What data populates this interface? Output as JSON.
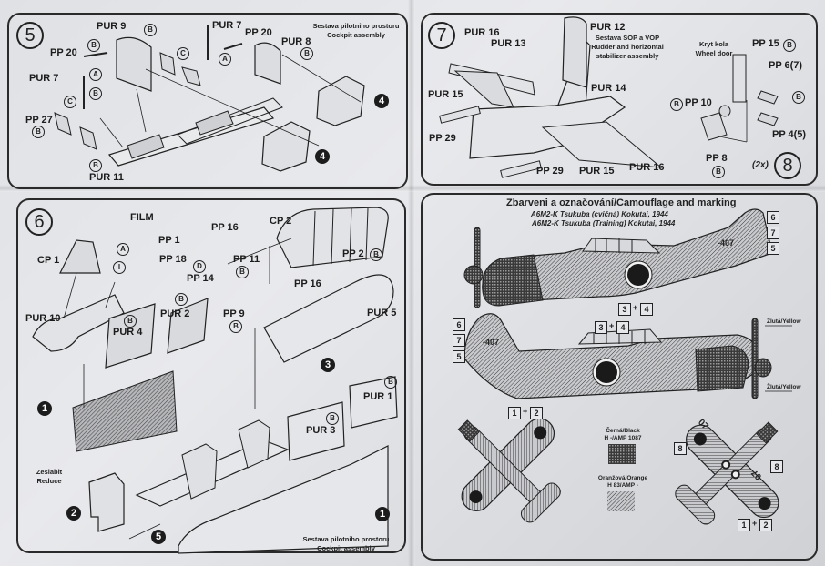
{
  "step5": {
    "number": "5",
    "caption_cz": "Sestava pilotniho prostoru",
    "caption_en": "Cockpit assembly",
    "labels": {
      "pur9": "PUR 9",
      "pp20_left": "PP 20",
      "pur7_left": "PUR 7",
      "pp27": "PP 27",
      "pur11": "PUR 11",
      "pur7_right": "PUR 7",
      "pp20_right": "PP 20",
      "pur8": "PUR 8"
    },
    "refs": {
      "a": "A",
      "b": "B",
      "c": "C"
    },
    "callout": "4"
  },
  "step7": {
    "number": "7",
    "caption_cz": "Sestava SOP a VOP",
    "caption_en_1": "Rudder and horizontal",
    "caption_en_2": "stabilizer assembly",
    "labels": {
      "pur16_top": "PUR 16",
      "pur13": "PUR 13",
      "pur12": "PUR 12",
      "pur15_left": "PUR 15",
      "pp29_left": "PP 29",
      "pur14": "PUR 14",
      "pp29_bottom": "PP 29",
      "pur15_bottom": "PUR 15",
      "pur16_bottom": "PUR 16"
    }
  },
  "step8": {
    "number": "8",
    "multiplier": "(2x)",
    "caption_cz": "Kryt kola",
    "caption_en": "Wheel door",
    "labels": {
      "pp15": "PP 15",
      "pp6": "PP 6(7)",
      "pp10": "PP 10",
      "pp4": "PP 4(5)",
      "pp8": "PP 8"
    },
    "ref": "B"
  },
  "step6": {
    "number": "6",
    "labels": {
      "film": "FILM",
      "pp1": "PP 1",
      "cp1": "CP 1",
      "pp18": "PP 18",
      "pp14": "PP 14",
      "pp16_top": "PP 16",
      "cp2": "CP 2",
      "pp11": "PP 11",
      "pp2": "PP 2",
      "pp16_mid": "PP 16",
      "pur10": "PUR 10",
      "pur2": "PUR 2",
      "pur4": "PUR 4",
      "pp9": "PP 9",
      "pur5": "PUR 5",
      "pur1": "PUR 1",
      "pur3": "PUR 3"
    },
    "refs": {
      "a": "A",
      "i": "I",
      "d": "D",
      "b": "B"
    },
    "reduce_cz": "Zeslabit",
    "reduce_en": "Reduce",
    "caption_cz": "Sestava pilotniho prostoru",
    "caption_en": "Cockpit assembly",
    "callouts": [
      "1",
      "2",
      "3",
      "5",
      "1"
    ]
  },
  "camouflage": {
    "title": "Zbarveni a označování/Camouflage and marking",
    "subtitle_cz": "A6M2-K Tsukuba (cvičná) Kokutai, 1944",
    "subtitle_en": "A6M2-K Tsukuba (Training) Kokutai, 1944",
    "tail_code": "-407",
    "wing_code": "07",
    "yellow_label": "Žlutá/Yellow",
    "markers": {
      "m1": "1",
      "m2": "2",
      "m3": "3",
      "m4": "4",
      "m5": "5",
      "m6": "6",
      "m7": "7",
      "m8": "8",
      "plus": "+"
    },
    "legend": [
      {
        "name": "Černá/Black",
        "code": "H -/AMP 1087",
        "color": "#2b2b2b"
      },
      {
        "name": "Oranžová/Orange",
        "code": "H 83/AMP -",
        "color": "#9a9a9a"
      }
    ],
    "colors": {
      "black": "#1a1a1a",
      "hatch_dark": "#3a3a3a",
      "hatch_light": "#8c8c8c"
    }
  }
}
